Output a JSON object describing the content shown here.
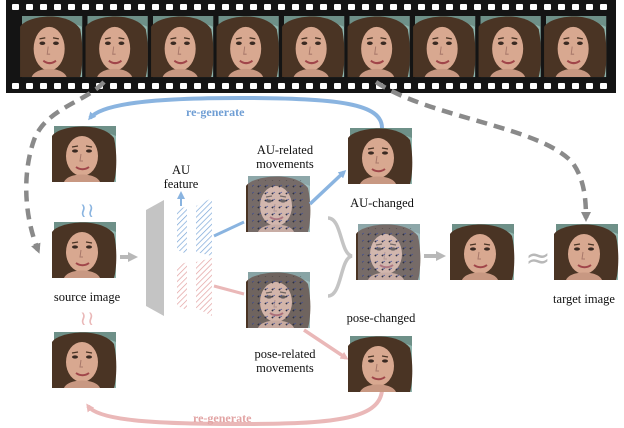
{
  "film_strip": {
    "frame_count": 9,
    "frame_labels": []
  },
  "labels": {
    "regen_top": "re-generate",
    "regen_bottom": "re-generate",
    "au_feature": "AU\nfeature",
    "au_movements": "AU-related\nmovements",
    "au_changed": "AU-changed",
    "source_image": "source image",
    "pose_changed": "pose-changed",
    "pose_movements": "pose-related\nmovements",
    "target_image": "target image",
    "approx_symbol": "≈"
  },
  "colors": {
    "blue": "#8ab4e0",
    "pink": "#eab8b8",
    "grey_arrow": "#9a9a9a",
    "dashed": "#8a8a8a",
    "face_skin": "#d8a890",
    "hair": "#4a3424",
    "background_teal": "#8fb5ad"
  }
}
